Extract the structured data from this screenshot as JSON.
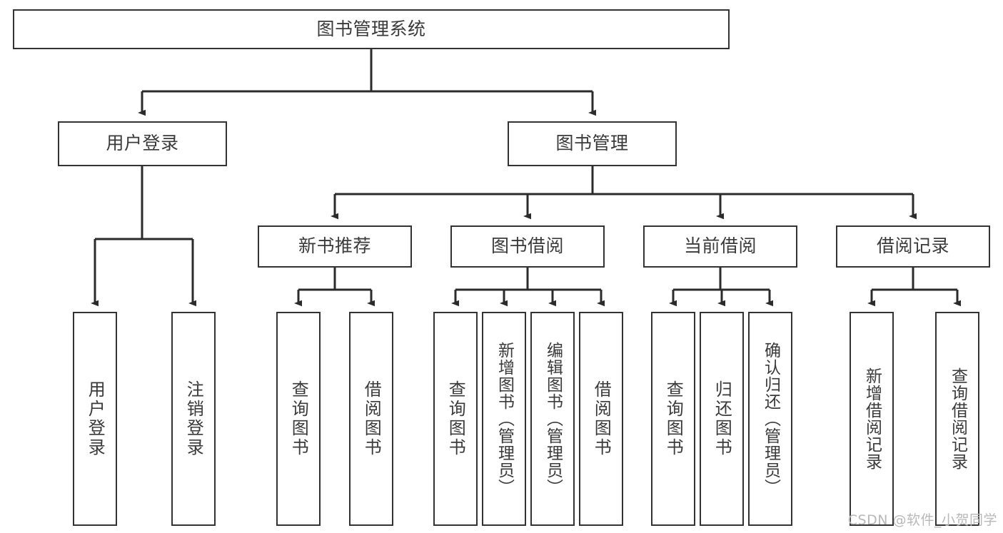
{
  "diagram": {
    "title": "图书管理系统",
    "type": "tree-hierarchy-chart",
    "colors": {
      "background": "#ffffff",
      "box_border": "#333333",
      "box_fill": "#ffffff",
      "text": "#3a3a3a",
      "connector": "#2b2b2b",
      "watermark": "#b8b8b8"
    },
    "root": {
      "label": "图书管理系统"
    },
    "level2": [
      {
        "label": "用户登录"
      },
      {
        "label": "图书管理"
      }
    ],
    "level3": [
      {
        "label": "新书推荐"
      },
      {
        "label": "图书借阅"
      },
      {
        "label": "当前借阅"
      },
      {
        "label": "借阅记录"
      }
    ],
    "leaves": {
      "user_login": [
        {
          "label": "用户登录"
        },
        {
          "label": "注销登录"
        }
      ],
      "new_book_recommend": [
        {
          "label": "查询图书"
        },
        {
          "label": "借阅图书"
        }
      ],
      "book_borrow": [
        {
          "label": "查询图书"
        },
        {
          "label": "新增图书（管理员）"
        },
        {
          "label": "编辑图书（管理员）"
        },
        {
          "label": "借阅图书"
        }
      ],
      "current_borrow": [
        {
          "label": "查询图书"
        },
        {
          "label": "归还图书"
        },
        {
          "label": "确认归还（管理员）"
        }
      ],
      "borrow_record": [
        {
          "label": "新增借阅记录"
        },
        {
          "label": "查询借阅记录"
        }
      ]
    }
  },
  "watermark": {
    "text": "CSDN @软件_小贺同学"
  }
}
